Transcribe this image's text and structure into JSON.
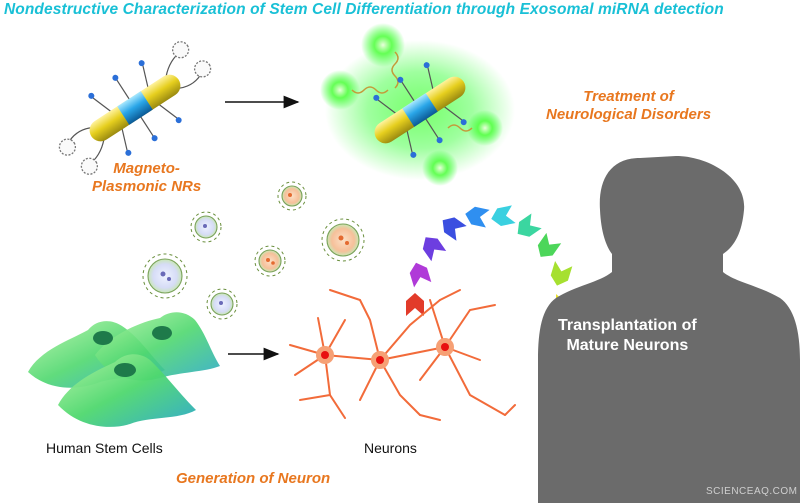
{
  "title": "Nondestructive Characterization of Stem Cell Differentiation through Exosomal miRNA detection",
  "labels": {
    "nanorods": [
      "Magneto-",
      "Plasmonic NRs"
    ],
    "treatment": [
      "Treatment of",
      "Neurological Disorders"
    ],
    "transplantation": [
      "Transplantation of",
      "Mature Neurons"
    ],
    "stem_cells": "Human Stem Cells",
    "neurons": "Neurons",
    "generation": "Generation of Neuron"
  },
  "watermark": "SCIENCEAQ.COM",
  "colors": {
    "title": "#19c0d6",
    "orange_label": "#e8771f",
    "silhouette": "#6b6b6b",
    "glow": "#33ff33",
    "neuron": "#f26b3a",
    "stem_cell": "#44d06a"
  },
  "chevron_colors": [
    "#e23b2a",
    "#b03ad8",
    "#6d3ee0",
    "#3b4fe0",
    "#2f8ff0",
    "#3ad0e0",
    "#3bd6a0",
    "#4cd65a",
    "#a6e030",
    "#e8e02a"
  ],
  "icons": [
    "nanorod-icon",
    "glowing-nanorod-icon",
    "exosome-icon",
    "stem-cell-icon",
    "neuron-network-icon",
    "human-silhouette-icon",
    "rainbow-arrow-icon",
    "arrow-icon"
  ]
}
